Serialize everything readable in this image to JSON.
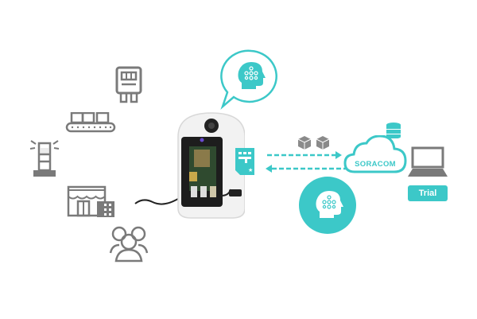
{
  "colors": {
    "teal": "#3cc8c8",
    "gray": "#7a7a7a",
    "background": "#ffffff"
  },
  "use_cases": [
    {
      "icon": "smart-meter-icon"
    },
    {
      "icon": "conveyor-belt-icon"
    },
    {
      "icon": "signal-tower-icon"
    },
    {
      "icon": "retail-store-icon"
    },
    {
      "icon": "people-group-icon"
    }
  ],
  "device": {
    "icon": "camera-device-icon"
  },
  "edge_ai": {
    "icon": "ai-head-icon",
    "container": "speech-bubble"
  },
  "sim": {
    "icon": "sim-card-icon"
  },
  "data_flow": {
    "icon": "data-cubes-icon",
    "upload_arrow": "right",
    "download_arrow": "left"
  },
  "cloud": {
    "label": "SORACOM",
    "icon": "cloud-icon",
    "storage_icon": "database-icon"
  },
  "cloud_ai": {
    "icon": "ai-head-icon",
    "container": "circle"
  },
  "client": {
    "icon": "laptop-icon",
    "button_label": "Trial"
  }
}
